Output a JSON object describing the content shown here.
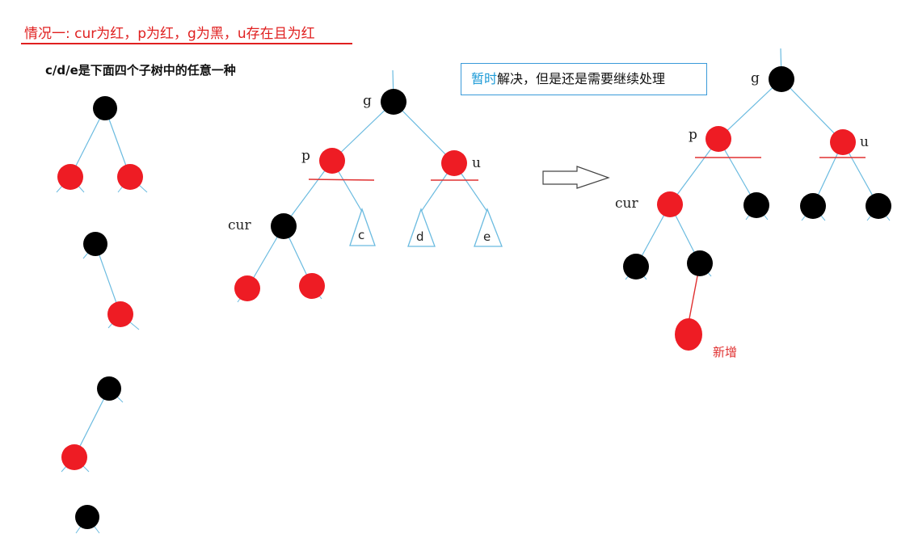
{
  "heading": "情况一: cur为红，p为红，g为黑，u存在且为红",
  "subtitle": "c/d/e是下面四个子树中的任意一种",
  "note": {
    "highlight": "暂时",
    "rest": "解决，但是还是需要继续处理"
  },
  "labels": {
    "left_tree": {
      "g": "g",
      "p": "p",
      "u": "u",
      "cur": "cur"
    },
    "subtrees": {
      "c": "c",
      "d": "d",
      "e": "e"
    },
    "right_tree": {
      "g": "g",
      "p": "p",
      "u": "u",
      "cur": "cur"
    },
    "new_node": "新增"
  },
  "colors": {
    "red": "#ee1c24",
    "black": "#000000",
    "edge": "#6bbbe0",
    "heading": "#e02020",
    "note_highlight": "#1e9bd7"
  },
  "before_state": {
    "g": "black",
    "p": "red",
    "u": "red",
    "cur": "black",
    "cur_children": [
      "red",
      "red"
    ]
  },
  "after_state": {
    "g": "black",
    "p": "red",
    "u": "red",
    "cur": "red",
    "cur_children": [
      "black",
      "black"
    ],
    "p_right": "black",
    "u_children": [
      "black",
      "black"
    ],
    "new_node": "red"
  }
}
